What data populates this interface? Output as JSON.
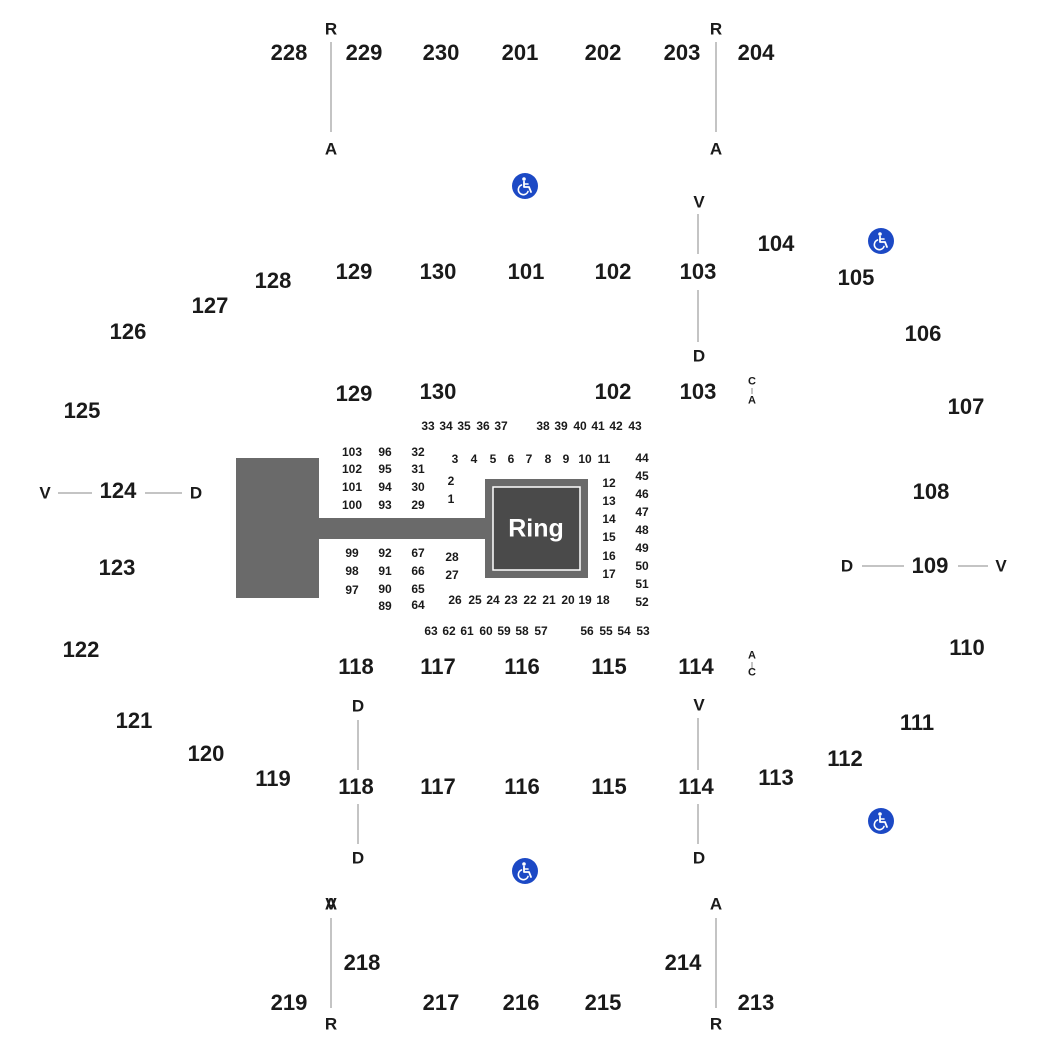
{
  "ring_label": "Ring",
  "colors": {
    "stage": "#6a6a6a",
    "ring": "#4a4a4a",
    "text": "#1a1a1a",
    "wheelchair": "#1c49c5"
  },
  "sections": [
    "228",
    "229",
    "230",
    "201",
    "202",
    "203",
    "204",
    "129",
    "130",
    "101",
    "102",
    "103",
    "104",
    "105",
    "128",
    "127",
    "126",
    "106",
    "129",
    "130",
    "102",
    "103",
    "125",
    "107",
    "124",
    "108",
    "109",
    "123",
    "122",
    "110",
    "118",
    "117",
    "116",
    "115",
    "114",
    "121",
    "111",
    "120",
    "112",
    "119",
    "118",
    "117",
    "116",
    "115",
    "114",
    "113",
    "218",
    "214",
    "219",
    "217",
    "216",
    "215",
    "213"
  ],
  "rows": [
    "R",
    "A",
    "R",
    "A",
    "V",
    "D",
    "V",
    "D",
    "D",
    "V",
    "D",
    "D",
    "V",
    "D",
    "V",
    "A",
    "R",
    "A",
    "R"
  ],
  "row_markers": [
    "C",
    "A",
    "A",
    "C"
  ],
  "seats": [
    "33",
    "34",
    "35",
    "36",
    "37",
    "38",
    "39",
    "40",
    "41",
    "42",
    "43",
    "103",
    "96",
    "32",
    "102",
    "95",
    "31",
    "101",
    "94",
    "30",
    "100",
    "93",
    "29",
    "3",
    "4",
    "5",
    "6",
    "7",
    "8",
    "9",
    "10",
    "11",
    "2",
    "1",
    "12",
    "13",
    "14",
    "15",
    "16",
    "17",
    "44",
    "45",
    "46",
    "47",
    "48",
    "49",
    "50",
    "51",
    "52",
    "99",
    "92",
    "67",
    "28",
    "98",
    "91",
    "66",
    "27",
    "97",
    "90",
    "65",
    "89",
    "64",
    "26",
    "25",
    "24",
    "23",
    "22",
    "21",
    "20",
    "19",
    "18",
    "63",
    "62",
    "61",
    "60",
    "59",
    "58",
    "57",
    "56",
    "55",
    "54",
    "53"
  ],
  "wheelchair_icons": [
    "wheelchair-icon",
    "wheelchair-icon",
    "wheelchair-icon",
    "wheelchair-icon"
  ]
}
